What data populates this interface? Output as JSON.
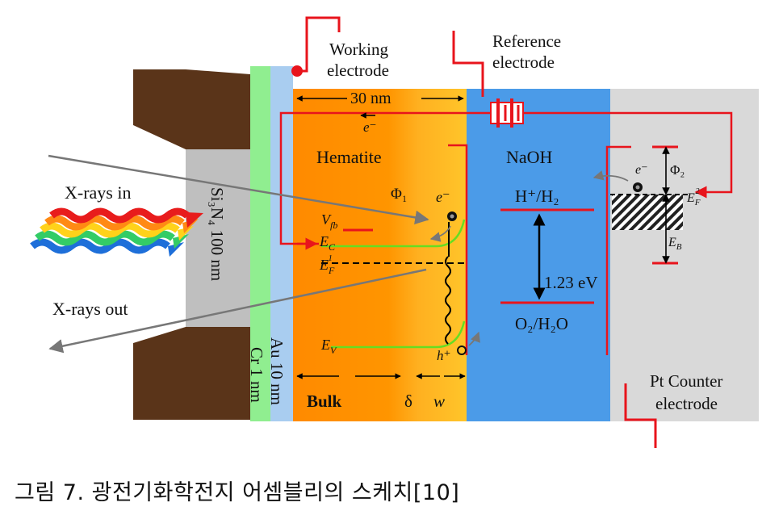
{
  "labels": {
    "working_electrode_1": "Working",
    "working_electrode_2": "electrode",
    "reference_electrode_1": "Reference",
    "reference_electrode_2": "electrode",
    "thickness": "30 nm",
    "electron_top": "e⁻",
    "hematite": "Hematite",
    "naoh": "NaOH",
    "xrays_in": "X-rays in",
    "xrays_out": "X-rays out",
    "si3n4": "Si₃N₄ 100 nm",
    "au": "Au 10 nm",
    "cr": "Cr 1 nm",
    "phi1": "Φ₁",
    "electron_mid": "e⁻",
    "vfb": "V",
    "vfb_sub": "fb",
    "ec": "E",
    "ec_sub": "C",
    "ef1": "E",
    "ef1_sub": "F",
    "ef1_sup": "1",
    "ev": "E",
    "ev_sub": "V",
    "hole": "h⁺",
    "h_h2": "H⁺/H₂",
    "ev123": "1.23 eV",
    "o2_h2o": "O₂/H₂O",
    "phi2": "Φ₂",
    "electron_pt": "e⁻",
    "ef2": "E",
    "ef2_sub": "F",
    "ef2_sup": "2",
    "eb": "E",
    "eb_sub": "B",
    "pt_counter_1": "Pt Counter",
    "pt_counter_2": "electrode",
    "bulk": "Bulk",
    "delta": "δ",
    "w": "w"
  },
  "caption": {
    "prefix": "그림 7.",
    "text": " 광전기화학전지 어셈블리의 스케치[10]"
  },
  "colors": {
    "brown": "#5a3419",
    "si3n4_gray": "#bfbfbf",
    "cr_green": "#90ee90",
    "au_blue": "#a9cdf0",
    "hematite_orange": "#ff8c00",
    "depletion_yellow": "#ffc125",
    "naoh_blue": "#4b9be8",
    "pt_gray": "#d9d9d9",
    "wire_red": "#e8141c",
    "band_green": "#66dd22"
  }
}
